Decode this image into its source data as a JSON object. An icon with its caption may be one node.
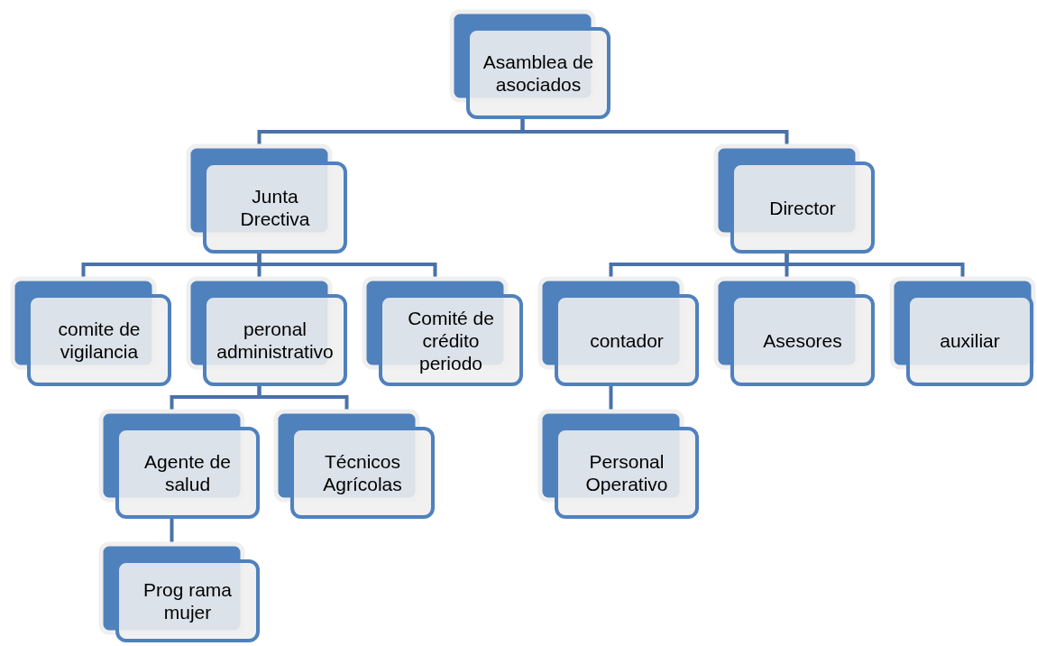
{
  "diagram": {
    "nodes": [
      {
        "text": [
          "Asamblea de asociados"
        ]
      },
      {
        "text": [
          "Junta Drectiva"
        ]
      },
      {
        "text": [
          "Director"
        ]
      },
      {
        "text": [
          "comite de vigilancia"
        ]
      },
      {
        "text": [
          "peronal administrativo"
        ]
      },
      {
        "text": [
          "Comité de crédito periodo"
        ]
      },
      {
        "text": [
          "contador"
        ]
      },
      {
        "text": [
          "Asesores"
        ]
      },
      {
        "text": [
          "auxiliar"
        ]
      },
      {
        "text": [
          "Agente de salud"
        ]
      },
      {
        "text": [
          "Técnicos Agrícolas"
        ]
      },
      {
        "text": [
          "Personal Operativo"
        ]
      },
      {
        "text": [
          "Prog rama mujer"
        ]
      }
    ],
    "edges": [
      {
        "from": 0,
        "to": 1,
        "arrow": "none"
      },
      {
        "from": 0,
        "to": 2,
        "arrow": "none"
      },
      {
        "from": 1,
        "to": 3,
        "arrow": "none"
      },
      {
        "from": 1,
        "to": 4,
        "arrow": "none"
      },
      {
        "from": 1,
        "to": 5,
        "arrow": "none"
      },
      {
        "from": 2,
        "to": 6,
        "arrow": "none"
      },
      {
        "from": 2,
        "to": 7,
        "arrow": "none"
      },
      {
        "from": 2,
        "to": 8,
        "arrow": "none"
      },
      {
        "from": 4,
        "to": 9,
        "arrow": "none"
      },
      {
        "from": 4,
        "to": 10,
        "arrow": "none"
      },
      {
        "from": 6,
        "to": 11,
        "arrow": "none"
      },
      {
        "from": 9,
        "to": 12,
        "arrow": "none"
      }
    ]
  }
}
